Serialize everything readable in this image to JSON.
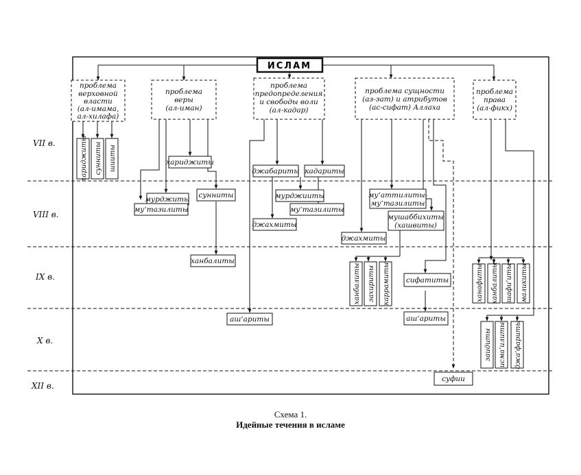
{
  "root": "ИСЛАМ",
  "problems": {
    "p1": [
      "проблема",
      "верховной",
      "власти",
      "(ал-имама,",
      "ал-хилафа)"
    ],
    "p2": [
      "проблема",
      "веры",
      "(ал-иман)"
    ],
    "p3": [
      "проблема",
      "предопределения",
      "и свободы воли",
      "(ал-кадар)"
    ],
    "p4": [
      "проблема сущности",
      "(аз-зат) и атрибутов",
      "(ас-сифат) Аллаха"
    ],
    "p5": [
      "проблема",
      "права",
      "(ал-фикх)"
    ]
  },
  "centuries": [
    "VII в.",
    "VIII в.",
    "IX в.",
    "X в.",
    "XII в."
  ],
  "sects": {
    "haridzhity_v1": "хариджиты",
    "sunnity_v1": "сунниты",
    "shiity_v1": "шииты",
    "haridzhity_h": "хариджиты",
    "murdzhity_1": "мурджиты",
    "mutazility_1": "му‘тазилиты",
    "sunnity_h": "сунниты",
    "hanbality_h": "ханбалиты",
    "dzhabarity": "джабариты",
    "kadarity": "кадариты",
    "murdzhity_2": "мурджииты",
    "mutazility_2": "му‘тазилиты",
    "dzhahmity_1": "джахмиты",
    "asharity_1": "аш‘ариты",
    "muattility": [
      "му‘аттилиты-",
      "му‘тазилиты"
    ],
    "mushabbihity": [
      "мушаббихиты",
      "(хашвиты)"
    ],
    "dzhahmity_2": "джахмиты",
    "hanbality_v": "ханбалиты",
    "zahirity": "захириты",
    "karramity": "каррамиты",
    "sifatity": "сифатиты",
    "asharity_2": "аш‘ариты",
    "sufii": "суфии",
    "hanafity": "ханафиты",
    "hanbality_v2": "ханбалиты",
    "shafiity": "шафи‘иты",
    "malikity": "маликиты",
    "zaidity": "заидиты",
    "ismaility": "исма‘илиты",
    "dzhafarity": "джа‘фариты"
  },
  "caption": {
    "line1": "Схема 1.",
    "line2": "Идейные течения в исламе"
  }
}
